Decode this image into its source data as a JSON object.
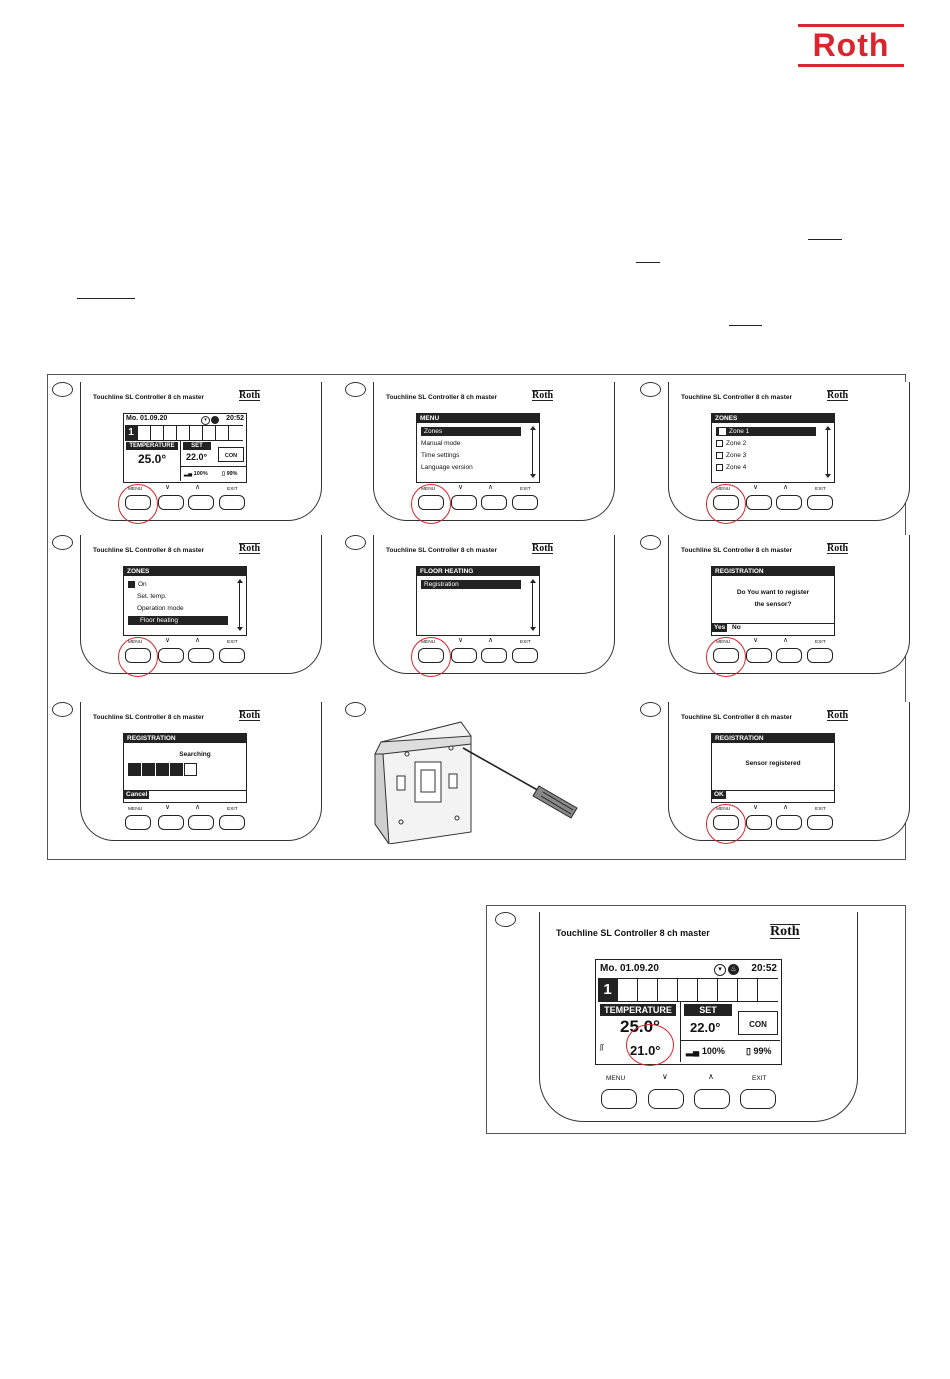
{
  "brand": {
    "logo_text": "Roth"
  },
  "steps": [
    {
      "device_title": "Touchline SL Controller 8 ch master",
      "device_logo": "Roth",
      "screen": "main",
      "highlight": "menu-button"
    },
    {
      "device_title": "Touchline SL Controller 8 ch master",
      "device_logo": "Roth",
      "screen": "menu",
      "header": "MENU",
      "items": [
        "Zones",
        "Manual mode",
        "Time settings",
        "Language version"
      ],
      "selected_index": 0,
      "highlight": "menu-button"
    },
    {
      "device_title": "Touchline SL Controller 8 ch master",
      "device_logo": "Roth",
      "screen": "zones-list",
      "header": "ZONES",
      "items": [
        "Zone 1",
        "Zone 2",
        "Zone 3",
        "Zone 4"
      ],
      "selected_index": 0,
      "highlight": "menu-button"
    },
    {
      "device_title": "Touchline SL Controller 8 ch master",
      "device_logo": "Roth",
      "screen": "zone-menu",
      "header": "ZONES",
      "items": [
        "On",
        "Set. temp.",
        "Operation mode",
        "Floor heating"
      ],
      "selected_index": 3,
      "highlight": "menu-button"
    },
    {
      "device_title": "Touchline SL Controller 8 ch master",
      "device_logo": "Roth",
      "screen": "floor-heating",
      "header": "FLOOR HEATING",
      "items": [
        "Registration"
      ],
      "selected_index": 0,
      "highlight": "menu-button"
    },
    {
      "device_title": "Touchline SL Controller 8 ch master",
      "device_logo": "Roth",
      "screen": "registration-question",
      "header": "REGISTRATION",
      "message_line1": "Do You want to register",
      "message_line2": "the sensor?",
      "yes": "Yes",
      "no": "No",
      "highlight": "menu-button"
    },
    {
      "device_title": "Touchline SL Controller 8 ch master",
      "device_logo": "Roth",
      "screen": "registration-searching",
      "header": "REGISTRATION",
      "message": "Searching",
      "progress_filled": 4,
      "progress_total": 5,
      "cancel": "Cancel",
      "highlight": "none"
    },
    {
      "screen": "sensor-illustration"
    },
    {
      "device_title": "Touchline SL Controller 8 ch master",
      "device_logo": "Roth",
      "screen": "registration-done",
      "header": "REGISTRATION",
      "message": "Sensor registered",
      "ok": "OK",
      "highlight": "menu-button"
    }
  ],
  "buttons": {
    "menu": "MENU",
    "exit": "EXIT"
  },
  "main_screen": {
    "date": "Mo. 01.09.20",
    "time": "20:52",
    "zone_number": "1",
    "temperature_label": "TEMPERATURE",
    "temperature_value": "25.0°",
    "set_label": "SET",
    "set_value": "22.0°",
    "mode_label": "CON",
    "signal": "100%",
    "battery": "99%",
    "floor_temperature": "21.0°"
  }
}
